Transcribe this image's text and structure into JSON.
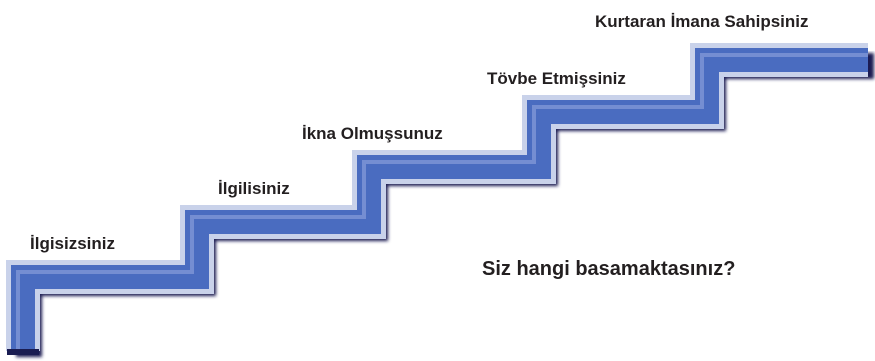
{
  "steps": [
    {
      "label": "İlgisizsiniz"
    },
    {
      "label": "İlgilisiniz"
    },
    {
      "label": "İkna Olmuşsunuz"
    },
    {
      "label": "Tövbe Etmişsiniz"
    },
    {
      "label": "Kurtaran İmana Sahipsiniz"
    }
  ],
  "question": "Siz hangi basamaktasınız?",
  "colors": {
    "stair_fill": "#4a6cc0",
    "stair_edge": "#c9d2ea",
    "stair_shadow": "#1a1d52",
    "text": "#231f20"
  }
}
